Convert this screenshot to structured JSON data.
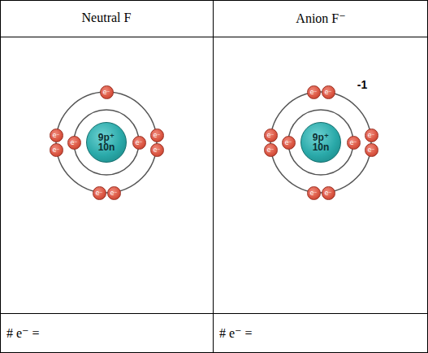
{
  "diagram": {
    "nodes": [
      {
        "text": [
          "9p⁺",
          "10n"
        ]
      },
      {
        "text": [
          "e⁻"
        ]
      },
      {
        "text": [
          "e⁻"
        ]
      },
      {
        "text": [
          "e⁻"
        ]
      },
      {
        "text": [
          "e⁻"
        ]
      },
      {
        "text": [
          "e⁻"
        ]
      },
      {
        "text": [
          "e⁻"
        ]
      },
      {
        "text": [
          "e⁻"
        ]
      },
      {
        "text": [
          "e⁻"
        ]
      },
      {
        "text": [
          "e⁻"
        ]
      },
      {
        "text": [
          "9p⁺",
          "10n"
        ]
      },
      {
        "text": [
          "e⁻"
        ]
      },
      {
        "text": [
          "e⁻"
        ]
      },
      {
        "text": [
          "e⁻"
        ]
      },
      {
        "text": [
          "e⁻"
        ]
      },
      {
        "text": [
          "e⁻"
        ]
      },
      {
        "text": [
          "e⁻"
        ]
      },
      {
        "text": [
          "e⁻"
        ]
      },
      {
        "text": [
          "e⁻"
        ]
      },
      {
        "text": [
          "e⁻"
        ]
      },
      {
        "text": [
          "e⁻"
        ]
      }
    ],
    "labels": [
      "Neutral F",
      "Anion F⁻",
      "-1",
      "# e⁻ =",
      "# e⁻ ="
    ]
  }
}
